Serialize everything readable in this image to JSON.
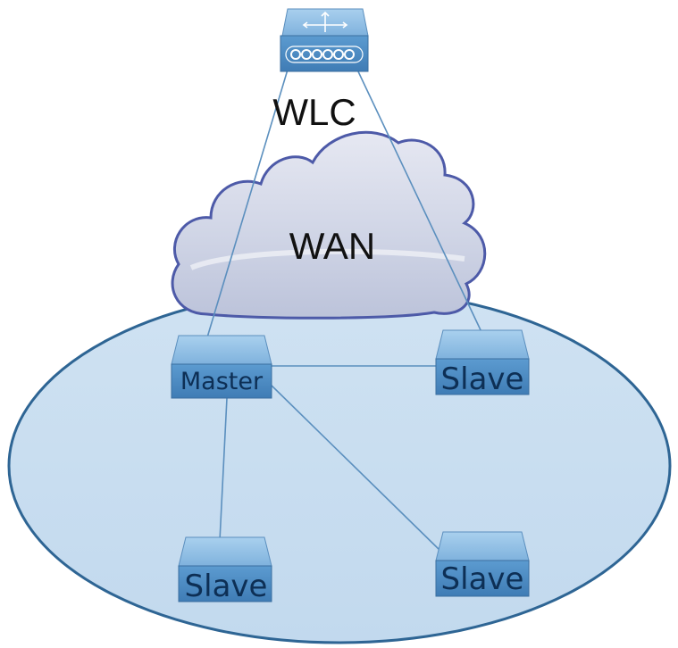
{
  "colors": {
    "background": "#ffffff",
    "lan_fill": "#c6ddf0",
    "lan_stroke": "#2e6594",
    "cloud_fill": "#d3d8ea",
    "cloud_stroke": "#4d5aa8",
    "link": "#5b8fbe",
    "device_face": "#4f8dc6",
    "device_top": "#8dbde4",
    "device_text": "#0d2f55"
  },
  "controller": {
    "label": "WLC",
    "icon": "wireless-lan-controller-icon"
  },
  "wan": {
    "label": "WAN",
    "icon": "cloud-icon"
  },
  "access_points": [
    {
      "id": "master",
      "label": "Master",
      "role": "master",
      "icon": "access-point-icon"
    },
    {
      "id": "slave-top-right",
      "label": "Slave",
      "role": "slave",
      "icon": "access-point-icon"
    },
    {
      "id": "slave-bottom-left",
      "label": "Slave",
      "role": "slave",
      "icon": "access-point-icon"
    },
    {
      "id": "slave-bottom-right",
      "label": "Slave",
      "role": "slave",
      "icon": "access-point-icon"
    }
  ],
  "links": [
    {
      "from": "controller",
      "to": "master"
    },
    {
      "from": "controller",
      "to": "slave-top-right"
    },
    {
      "from": "master",
      "to": "slave-top-right"
    },
    {
      "from": "master",
      "to": "slave-bottom-left"
    },
    {
      "from": "master",
      "to": "slave-bottom-right"
    }
  ]
}
